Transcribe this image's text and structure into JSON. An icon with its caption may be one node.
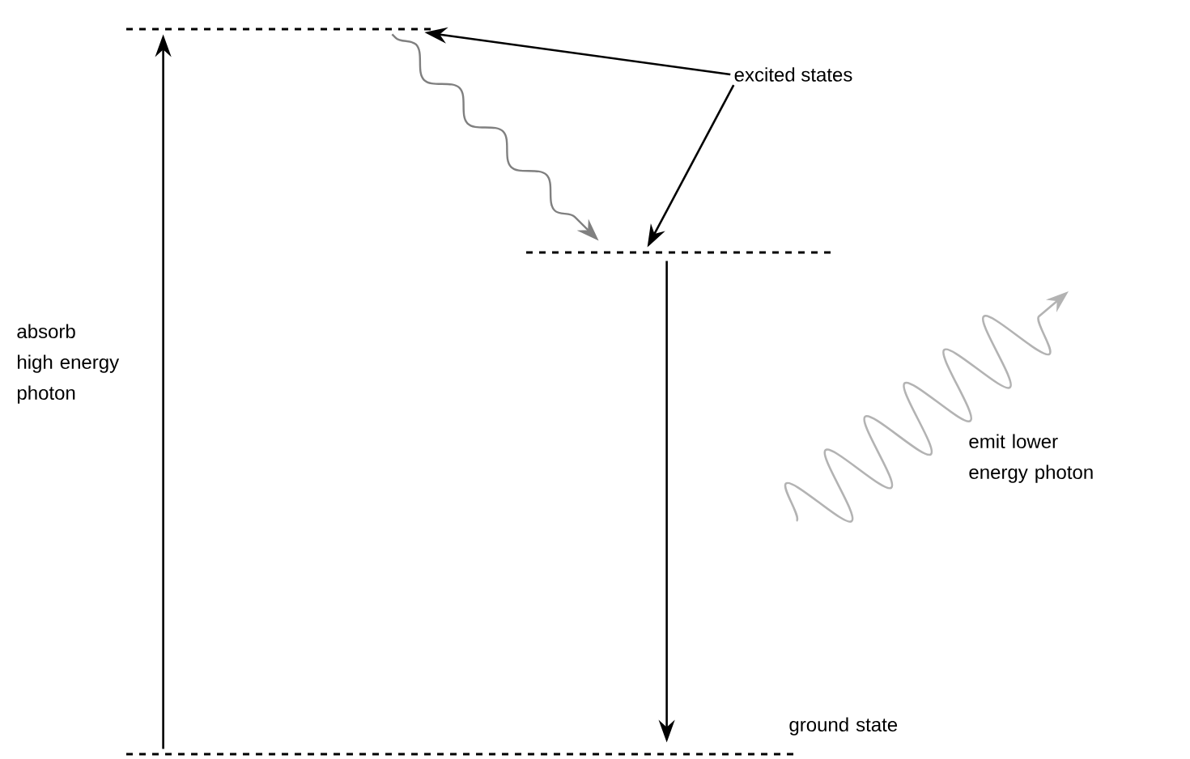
{
  "diagram": {
    "nodes": [
      {
        "text": [],
        "shape": "line"
      },
      {
        "text": [],
        "shape": "line"
      },
      {
        "text": [],
        "shape": "line"
      },
      {
        "text": [
          "excited states"
        ]
      }
    ],
    "edges": [
      {
        "from": 2,
        "to": 0,
        "arrow": "to"
      },
      {
        "from": 0,
        "to": 1,
        "arrow": "to",
        "color": "#808080"
      },
      {
        "from": 1,
        "to": 2,
        "arrow": "to"
      },
      {
        "from": 3,
        "to": 0,
        "arrow": "to"
      },
      {
        "from": 3,
        "to": 1,
        "arrow": "to"
      }
    ],
    "labels": [
      "absorb high energy photon",
      "emit lower energy photon",
      "ground state"
    ]
  }
}
